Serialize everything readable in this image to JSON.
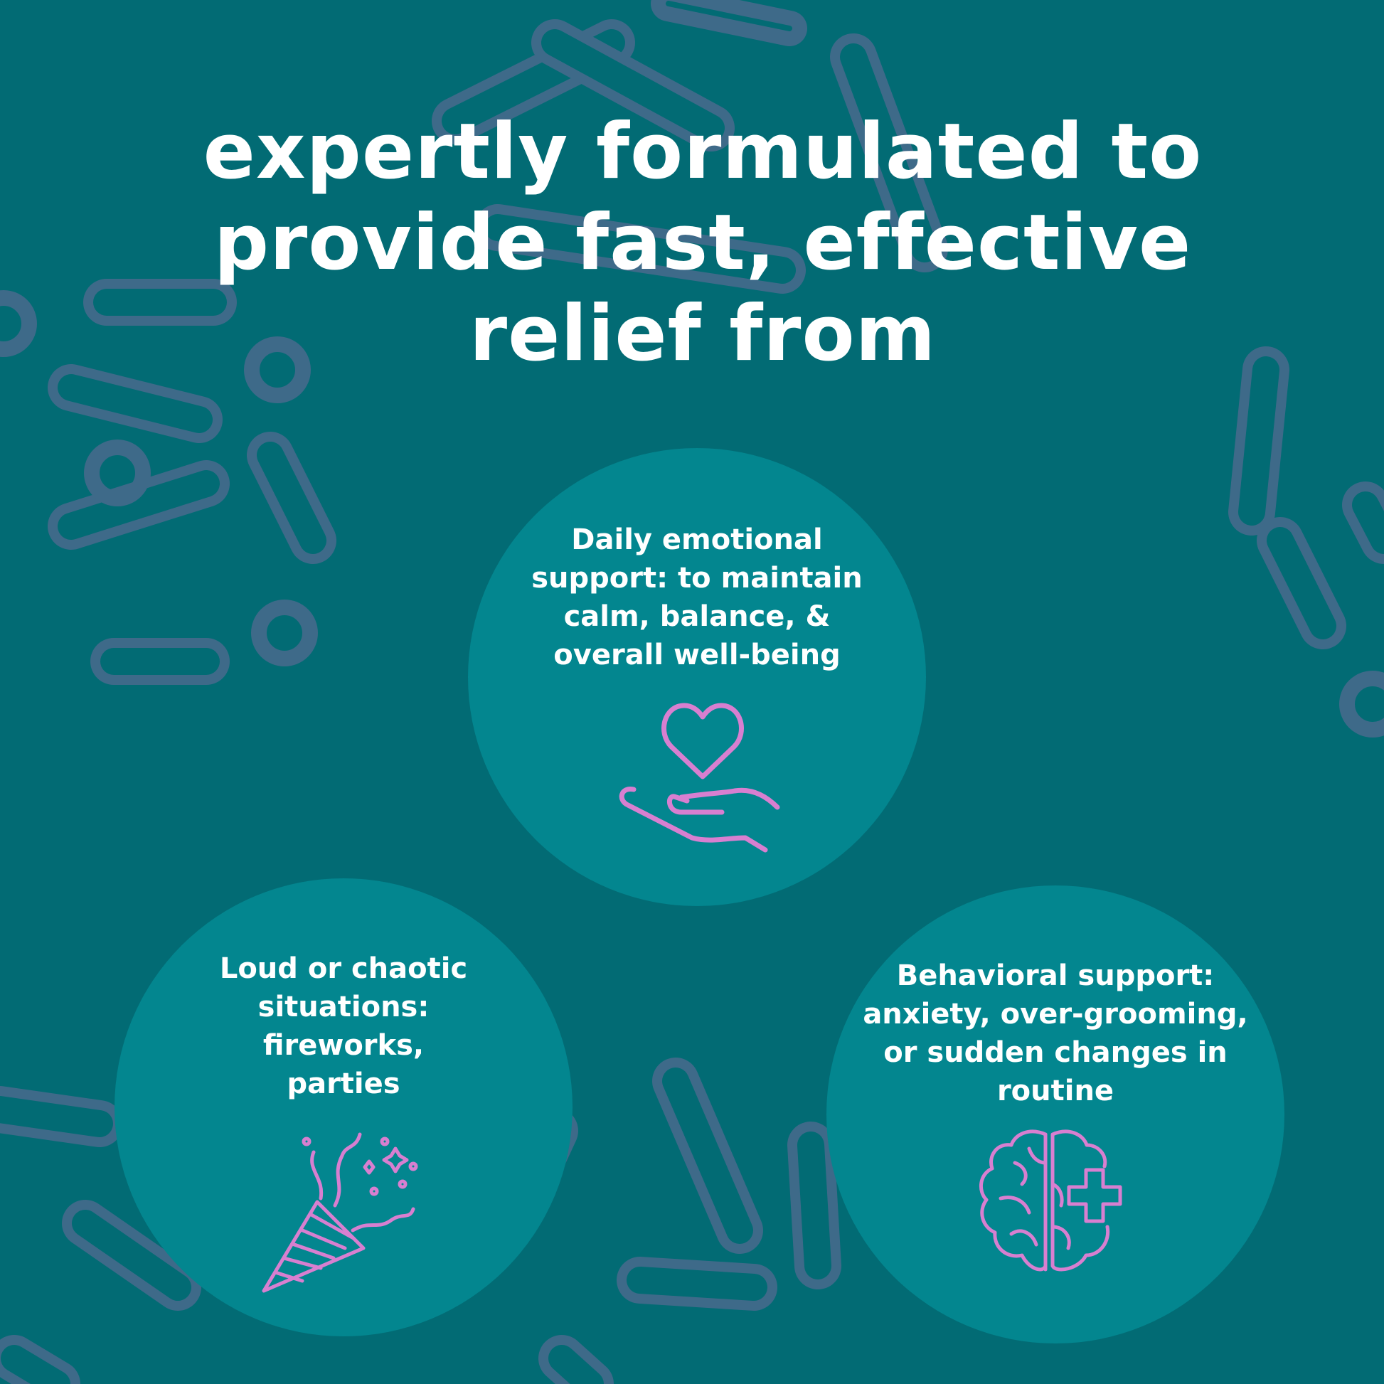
{
  "headline": [
    "expertly formulated to",
    "provide fast, effective",
    "relief from"
  ],
  "benefits": [
    {
      "lines": [
        "Daily emotional",
        "support: to maintain",
        "calm, balance, &",
        "overall well-being"
      ],
      "icon": "heart-in-hand-icon"
    },
    {
      "lines": [
        "Loud or chaotic",
        "situations:",
        "fireworks,",
        "parties"
      ],
      "icon": "party-popper-icon"
    },
    {
      "lines": [
        "Behavioral support:",
        "anxiety, over-grooming,",
        "or sudden changes in",
        "routine"
      ],
      "icon": "brain-plus-icon"
    }
  ],
  "colors": {
    "background": "#026b74",
    "circle": "#03868f",
    "icon": "#d87fd0",
    "pattern": "#456a8c"
  }
}
